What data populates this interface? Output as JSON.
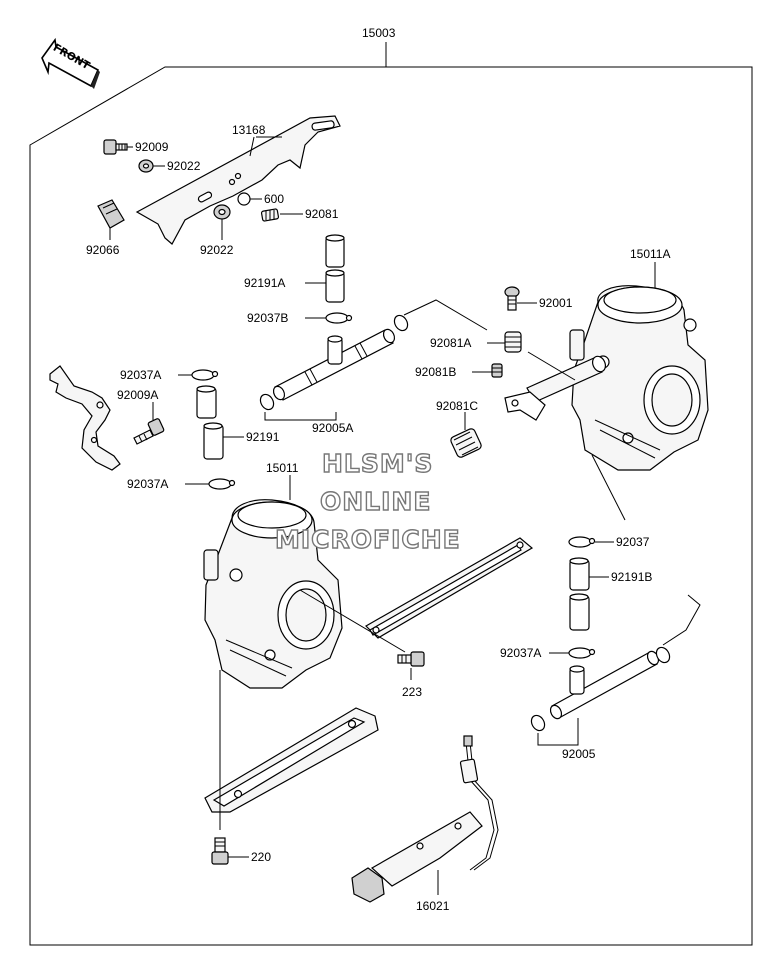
{
  "assembly_label": "15003",
  "front_label": "FRONT",
  "watermark": [
    "HLSM'S",
    "ONLINE",
    "MICROFICHE"
  ],
  "parts": {
    "p13168": "13168",
    "p92009": "92009",
    "p92022a": "92022",
    "p600": "600",
    "p92081": "92081",
    "p92066": "92066",
    "p92022b": "92022",
    "p92191A": "92191A",
    "p92037B": "92037B",
    "p15011A": "15011A",
    "p92001": "92001",
    "p92081A": "92081A",
    "p92081B": "92081B",
    "p92081C": "92081C",
    "p92037A1": "92037A",
    "p92009A": "92009A",
    "p92191": "92191",
    "p92005A": "92005A",
    "p15011": "15011",
    "p92037A2": "92037A",
    "p92037": "92037",
    "p92191B": "92191B",
    "p92037A3": "92037A",
    "p223": "223",
    "p92005": "92005",
    "p220": "220",
    "p16021": "16021"
  }
}
